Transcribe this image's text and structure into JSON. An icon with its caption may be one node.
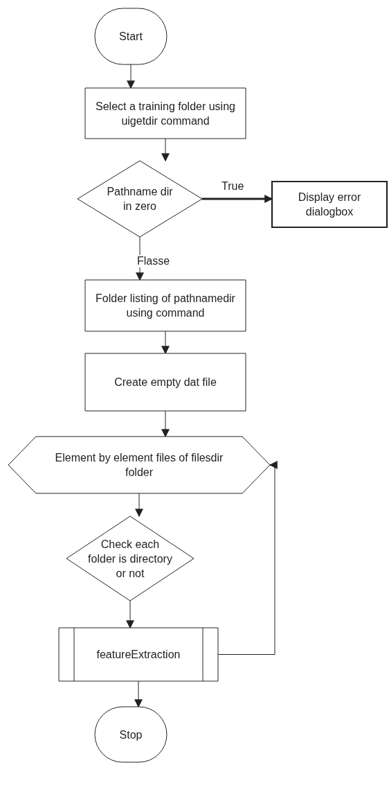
{
  "diagram": {
    "nodes": [
      {
        "text": [
          "Start"
        ]
      },
      {
        "text": [
          "Select a training folder using uigetdir command"
        ]
      },
      {
        "text": [
          "Pathname dir in zero"
        ]
      },
      {
        "text": [
          "Display error dialogbox"
        ]
      },
      {
        "text": [
          "Folder listing of pathnamedir using command"
        ]
      },
      {
        "text": [
          "Create empty dat file"
        ]
      },
      {
        "text": [
          "Element by element files of filesdir folder"
        ]
      },
      {
        "text": [
          "Check each folder is directory or not"
        ]
      },
      {
        "text": [
          "featureExtraction"
        ]
      },
      {
        "text": [
          "Stop"
        ]
      }
    ],
    "edges": [
      {
        "from": 0,
        "to": 1,
        "arrow": "to"
      },
      {
        "from": 1,
        "to": 2,
        "arrow": "to"
      },
      {
        "from": 2,
        "to": 3,
        "arrow": "to",
        "label": "True",
        "style": "thick"
      },
      {
        "from": 2,
        "to": 4,
        "arrow": "to",
        "label": "Flasse"
      },
      {
        "from": 4,
        "to": 5,
        "arrow": "to"
      },
      {
        "from": 5,
        "to": 6,
        "arrow": "to"
      },
      {
        "from": 6,
        "to": 7,
        "arrow": "to"
      },
      {
        "from": 7,
        "to": 8,
        "arrow": "to"
      },
      {
        "from": 8,
        "to": 6,
        "arrow": "to"
      },
      {
        "from": 8,
        "to": 9,
        "arrow": "to"
      }
    ]
  }
}
